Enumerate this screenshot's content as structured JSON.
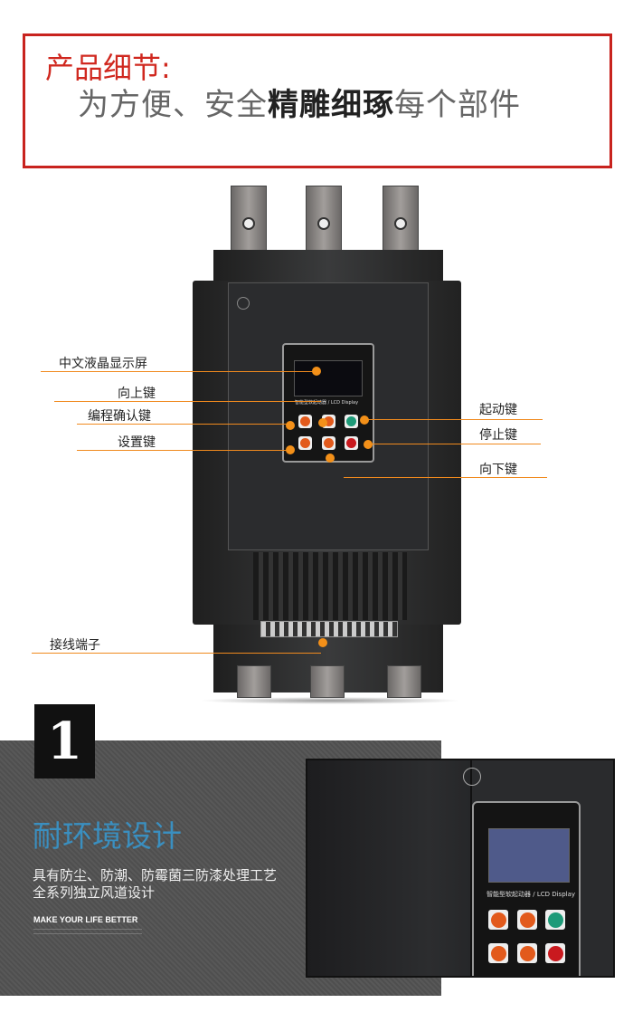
{
  "header": {
    "title": "产品细节:",
    "subtitle_pre": "为方便、安全",
    "subtitle_bold": "精雕细琢",
    "subtitle_post": "每个部件"
  },
  "callouts": {
    "lcd": "中文液晶显示屏",
    "up": "向上键",
    "program": "编程确认键",
    "set": "设置键",
    "start": "起动键",
    "stop": "停止键",
    "down": "向下键",
    "terminal": "接线端子"
  },
  "device": {
    "lcd_caption": "智能型软起动器",
    "lcd_label": "/ LCD Display"
  },
  "feature": {
    "number": "1",
    "title": "耐环境设计",
    "line1": "具有防尘、防潮、防霉菌三防漆处理工艺",
    "line2": "全系列独立风道设计",
    "slogan": "MAKE YOUR LIFE BETTER"
  },
  "colors": {
    "accent": "#c8231e",
    "orange": "#f08a1e",
    "blue": "#3a8fc0"
  }
}
